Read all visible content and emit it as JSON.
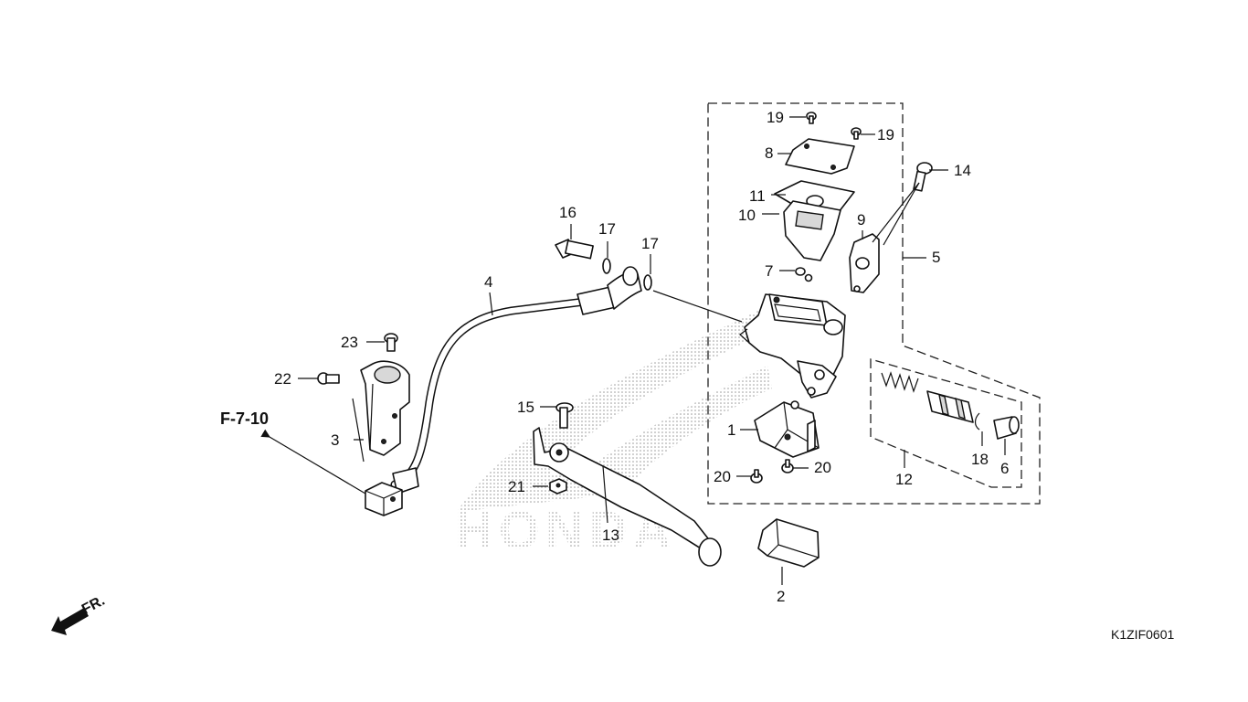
{
  "reference": "F-7-10",
  "diagram_code": "K1ZIF0601",
  "direction_label": "FR.",
  "watermark": "HONDA",
  "callouts": {
    "c1": "1",
    "c2": "2",
    "c3": "3",
    "c4": "4",
    "c5": "5",
    "c6": "6",
    "c7": "7",
    "c8": "8",
    "c9": "9",
    "c10": "10",
    "c11": "11",
    "c12": "12",
    "c13": "13",
    "c14": "14",
    "c15": "15",
    "c16": "16",
    "c17a": "17",
    "c17b": "17",
    "c18": "18",
    "c19a": "19",
    "c19b": "19",
    "c20a": "20",
    "c20b": "20",
    "c21": "21",
    "c22": "22",
    "c23": "23"
  }
}
